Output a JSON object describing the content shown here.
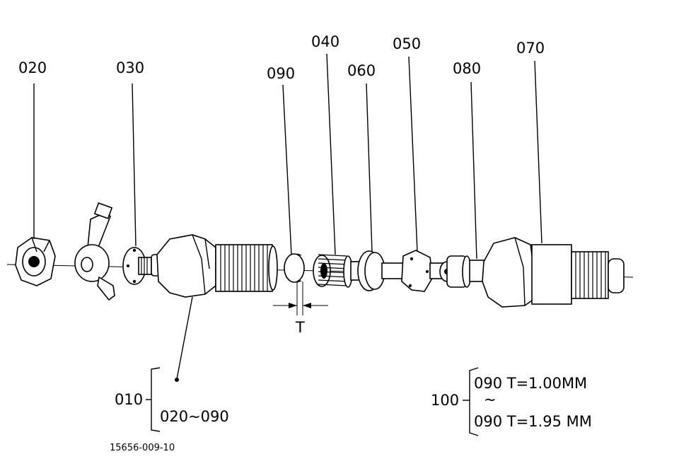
{
  "labels": {
    "p010": "010",
    "p020": "020",
    "p030": "030",
    "p040": "040",
    "p050": "050",
    "p060": "060",
    "p070": "070",
    "p080": "080",
    "p090": "090",
    "range_010": "020~090",
    "p100": "100",
    "shim_min": "090 T=1.00MM",
    "shim_tilde": "~",
    "shim_max": "090 T=1.95 MM",
    "dim_t": "T",
    "ref_code": "15656-009-10"
  }
}
